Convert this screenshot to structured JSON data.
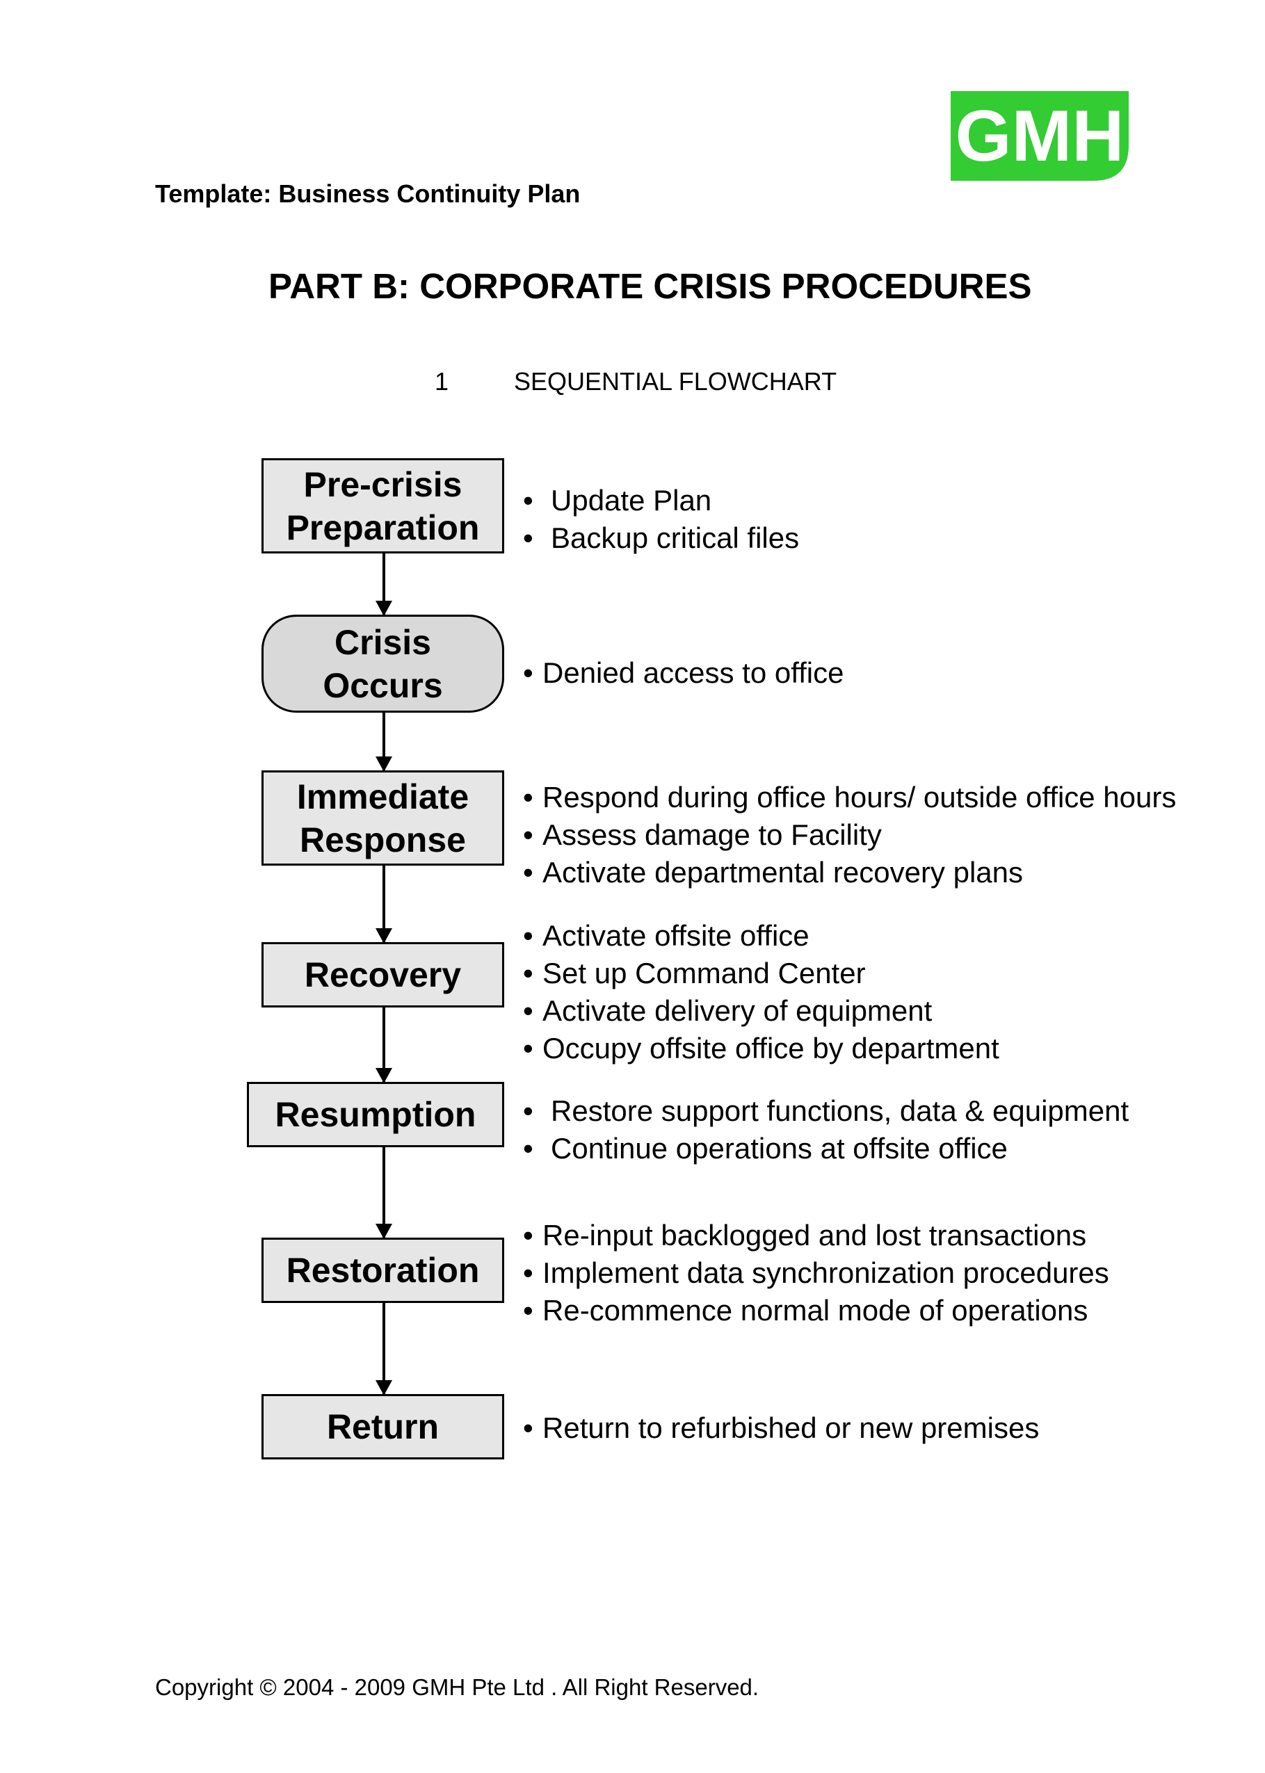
{
  "header": {
    "logo_text": "GMH",
    "template_label": "Template: Business Continuity Plan"
  },
  "title": "PART B: CORPORATE CRISIS PROCEDURES",
  "section": {
    "number": "1",
    "title": "SEQUENTIAL FLOWCHART"
  },
  "colors": {
    "logo_green": "#33cc33",
    "box_fill": "#e6e6e6",
    "oval_fill": "#d9d9d9"
  },
  "steps": [
    {
      "label": "Pre-crisis\nPreparation",
      "shape": "rectangle",
      "bullets": [
        "Update Plan",
        "Backup critical files"
      ]
    },
    {
      "label": "Crisis\nOccurs",
      "shape": "rounded",
      "bullets": [
        "Denied access to office"
      ]
    },
    {
      "label": "Immediate\nResponse",
      "shape": "rectangle",
      "bullets": [
        "Respond during office hours/ outside office hours",
        "Assess damage to Facility",
        "Activate departmental recovery plans"
      ]
    },
    {
      "label": "Recovery",
      "shape": "rectangle",
      "bullets": [
        "Activate offsite office",
        "Set up Command Center",
        "Activate delivery of equipment",
        "Occupy offsite office by department"
      ]
    },
    {
      "label": "Resumption",
      "shape": "rectangle",
      "bullets": [
        "Restore support functions, data & equipment",
        "Continue operations at offsite office"
      ]
    },
    {
      "label": "Restoration",
      "shape": "rectangle",
      "bullets": [
        "Re-input backlogged and lost transactions",
        "Implement data synchronization procedures",
        "Re-commence normal mode of operations"
      ]
    },
    {
      "label": "Return",
      "shape": "rectangle",
      "bullets": [
        "Return to refurbished or new premises"
      ]
    }
  ],
  "footer": "Copyright © 2004 - 2009 GMH Pte Ltd . All Right Reserved."
}
